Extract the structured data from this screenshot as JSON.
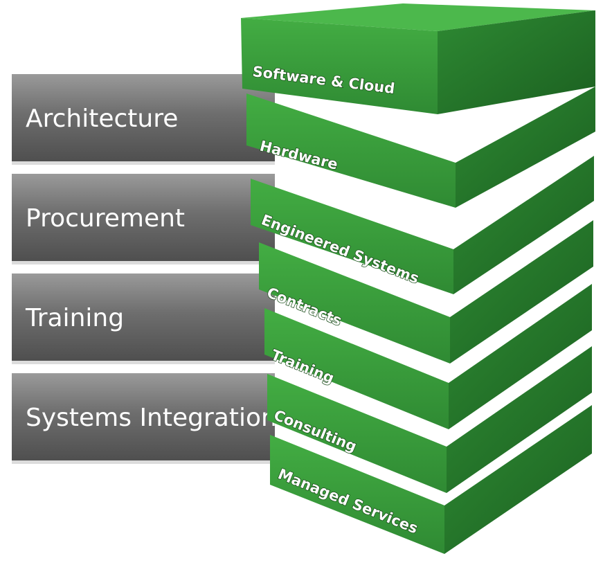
{
  "left_labels": [
    "Architecture",
    "Procurement",
    "Training",
    "Systems Integration"
  ],
  "layers": [
    "Software & Cloud",
    "Hardware",
    "Engineered Systems",
    "Contracts",
    "Training",
    "Consulting",
    "Managed Services"
  ],
  "colors": {
    "layer_front": "#3fa33f",
    "layer_side": "#1f6e24",
    "layer_top": "#44b344",
    "box_gray": "#6e6e6e"
  }
}
